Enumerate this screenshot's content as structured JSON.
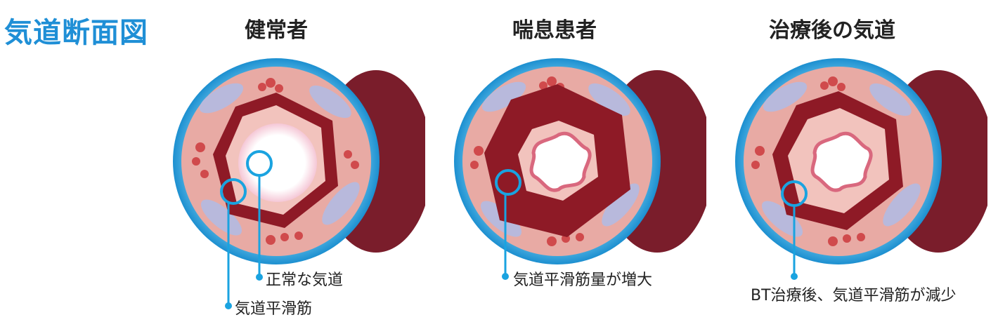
{
  "title": "気道断面図",
  "columns": [
    {
      "heading": "健常者",
      "labels": [
        "正常な気道",
        "気道平滑筋"
      ]
    },
    {
      "heading": "喘息患者",
      "labels": [
        "気道平滑筋量が増大"
      ]
    },
    {
      "heading": "治療後の気道",
      "labels": [
        "BT治療後、気道平滑筋が減少"
      ]
    }
  ],
  "colors": {
    "title_blue": "#1f8fd6",
    "callout_blue": "#1aa3e0",
    "muscle_dark": "#8e1a26",
    "tissue_pink": "#e9a7a2",
    "cartilage_lavender": "#b8b9dc"
  }
}
